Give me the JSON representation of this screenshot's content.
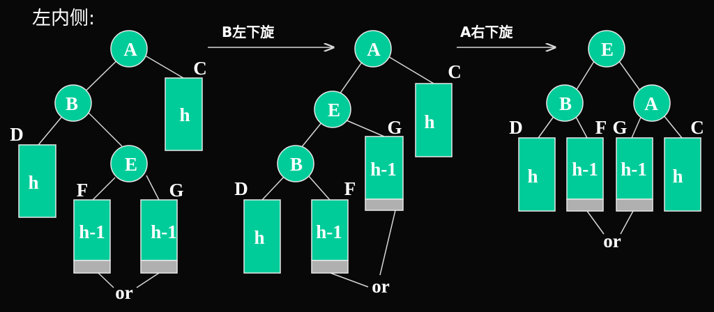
{
  "title": "左内侧:",
  "steps": [
    {
      "label": "B左下旋"
    },
    {
      "label": "A右下旋"
    }
  ],
  "panel1": {
    "nodes": {
      "A": "A",
      "B": "B",
      "E": "E"
    },
    "subtrees": {
      "C": "C",
      "D": "D",
      "F": "F",
      "G": "G"
    },
    "heights": {
      "C": "h",
      "D": "h",
      "F": "h-1",
      "G": "h-1"
    },
    "or": "or"
  },
  "panel2": {
    "nodes": {
      "A": "A",
      "B": "B",
      "E": "E"
    },
    "subtrees": {
      "C": "C",
      "D": "D",
      "F": "F",
      "G": "G"
    },
    "heights": {
      "C": "h",
      "D": "h",
      "F": "h-1",
      "G": "h-1"
    },
    "or": "or"
  },
  "panel3": {
    "nodes": {
      "A": "A",
      "B": "B",
      "E": "E"
    },
    "subtrees": {
      "C": "C",
      "D": "D",
      "F": "F",
      "G": "G"
    },
    "heights": {
      "C": "h",
      "D": "h",
      "F": "h-1",
      "G": "h-1"
    },
    "or": "or"
  },
  "colors": {
    "node": "#00cc99",
    "pad": "#b0b0b0",
    "background": "#080808"
  }
}
